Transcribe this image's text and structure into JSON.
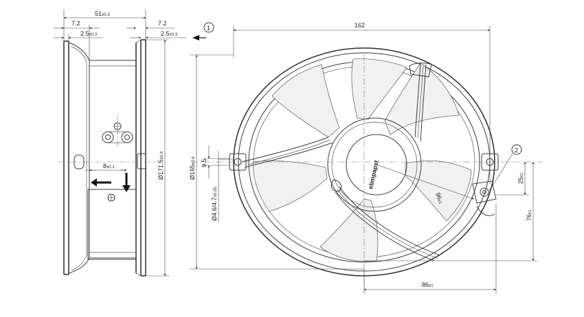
{
  "side_view": {
    "overall_width": "51",
    "overall_width_tol": "±0.3",
    "flange_left": "7.2",
    "flange_right": "7.2",
    "lip_left": "2.5",
    "lip_left_tol": "±0.3",
    "lip_right": "2.5",
    "lip_right_tol": "±0.3",
    "connector_offset": "8",
    "connector_offset_tol": "±0.1",
    "diameter": "Ø171.5",
    "diameter_tol": "±0.4"
  },
  "front_view": {
    "width": "162",
    "housing_diameter": "Ø165",
    "housing_diameter_tol": "±0.4",
    "hole_offset": "9.5",
    "hole_diameter": "Ø4.6/4.7",
    "hole_diameter_tol": "±0.05",
    "radius": "96",
    "radius_tol": "±1",
    "terminal_offset": "25",
    "terminal_offset_tol": "±1",
    "terminal_height": "76",
    "terminal_height_tol": "±1",
    "terminal_horizontal": "86",
    "terminal_horizontal_tol": "±1",
    "hub_label": "ebmpapst"
  },
  "callouts": [
    "1",
    "2"
  ]
}
